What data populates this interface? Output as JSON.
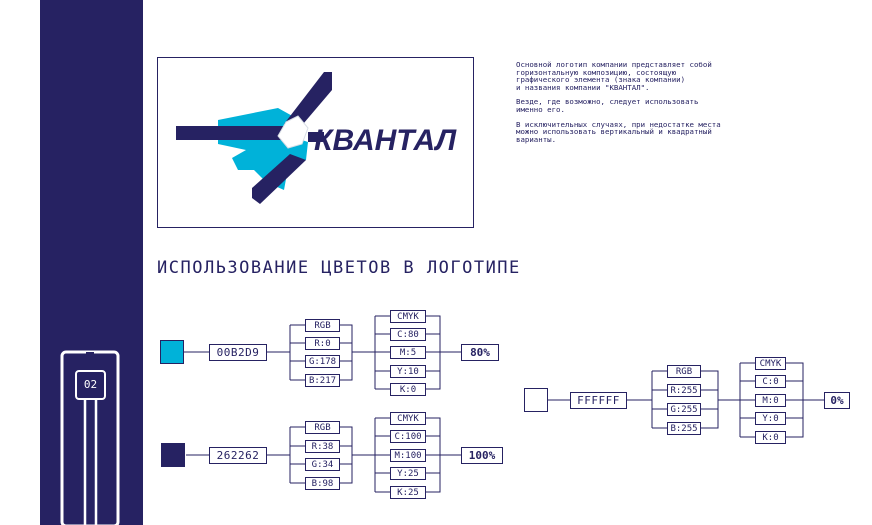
{
  "page": {
    "number": "02"
  },
  "logo": {
    "wordmark": "КВАНТАЛ"
  },
  "description": {
    "paragraphs": [
      "Основной логотип компании представляет собой\nгоризонтальную композицию, состоящую\nграфического элемента (знака компании)\nи названия компании \"КВАНТАЛ\".",
      "Везде, где возможно, следует использовать\nименно его.",
      "В исключительных случаях, при недостатке места\nможно использовать вертикальный и квадратный\nварианты."
    ]
  },
  "section": {
    "title": "ИСПОЛЬЗОВАНИЕ ЦВЕТОВ В ЛОГОТИПЕ"
  },
  "colors": [
    {
      "hex": "00B2D9",
      "swatch": "#00B2D9",
      "rgb_label": "RGB",
      "r": "R:0",
      "g": "G:178",
      "b": "B:217",
      "cmyk_label": "CMYK",
      "c": "C:80",
      "m": "M:5",
      "y": "Y:10",
      "k": "K:0",
      "percent": "80%"
    },
    {
      "hex": "262262",
      "swatch": "#262262",
      "rgb_label": "RGB",
      "r": "R:38",
      "g": "G:34",
      "b": "B:98",
      "cmyk_label": "CMYK",
      "c": "C:100",
      "m": "M:100",
      "y": "Y:25",
      "k": "K:25",
      "percent": "100%"
    },
    {
      "hex": "FFFFFF",
      "swatch": "#FFFFFF",
      "rgb_label": "RGB",
      "r": "R:255",
      "g": "G:255",
      "b": "B:255",
      "cmyk_label": "CMYK",
      "c": "C:0",
      "m": "M:0",
      "y": "Y:0",
      "k": "K:0",
      "percent": "0%"
    }
  ]
}
